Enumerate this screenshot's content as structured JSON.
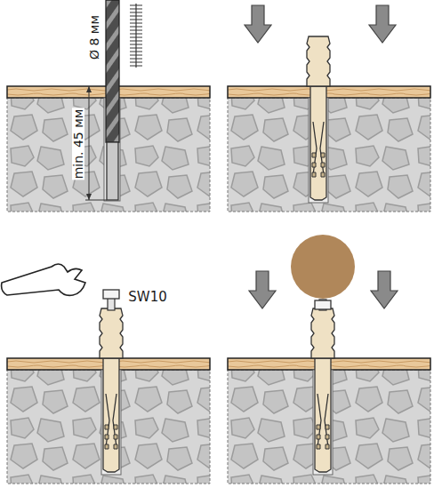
{
  "diagram": {
    "labels": [
      "Ø 8 мм",
      "min. 45 мм",
      "SW10"
    ]
  }
}
